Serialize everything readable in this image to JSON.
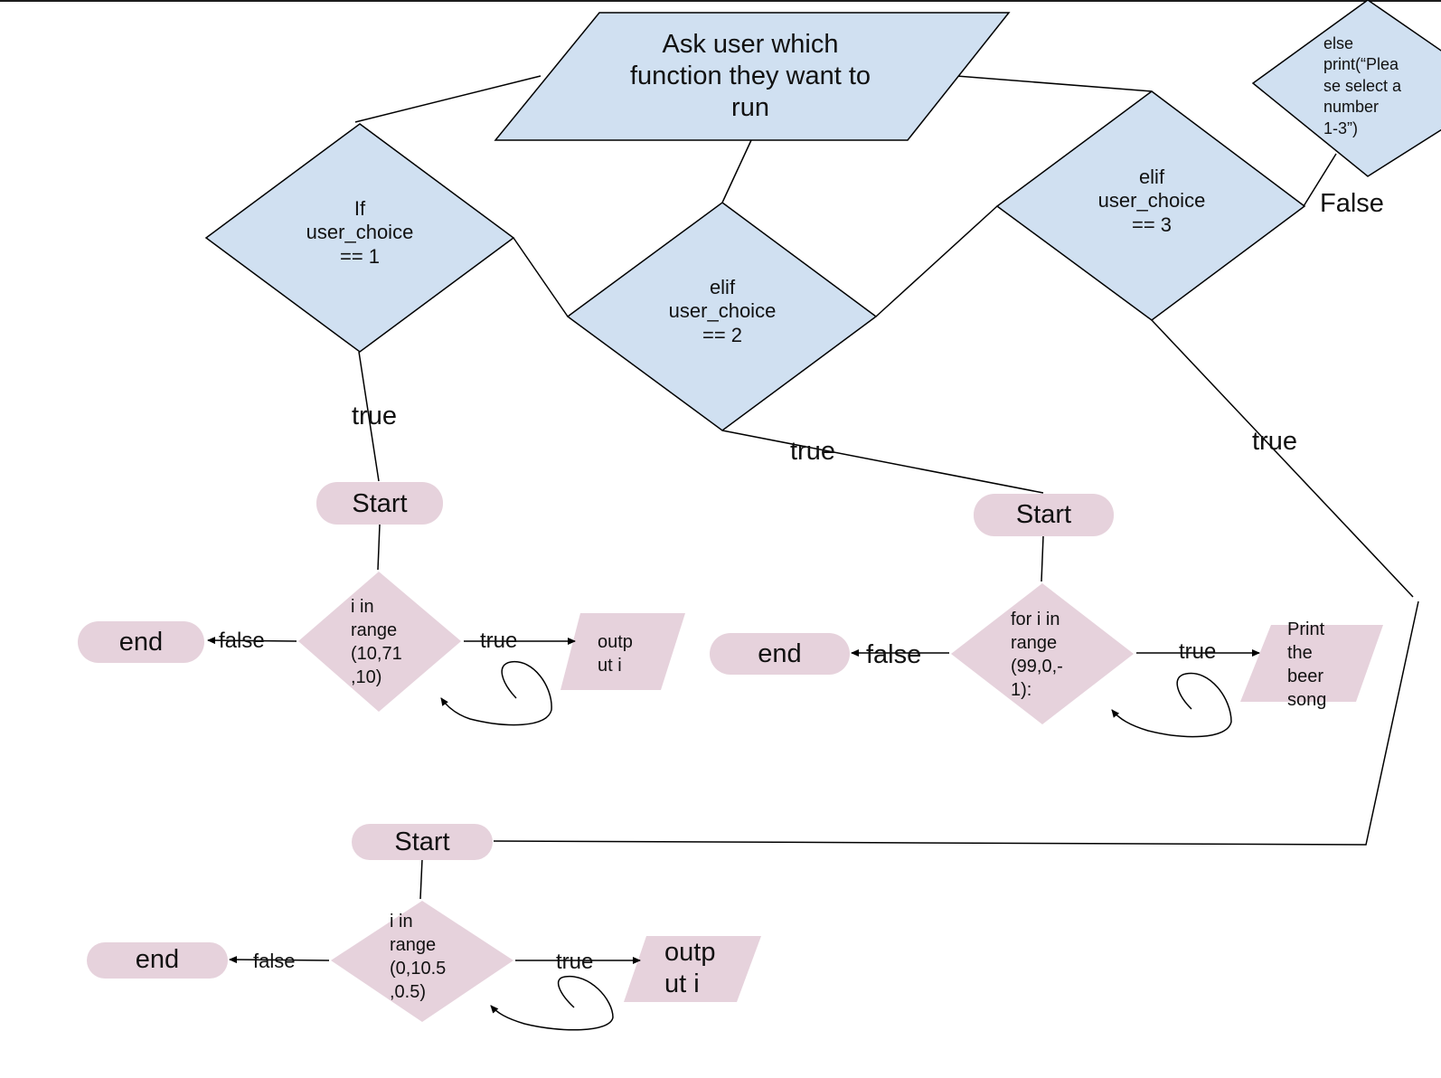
{
  "colors": {
    "decision_fill": "#d0e0f1",
    "process_fill": "#e6d2dc",
    "stroke": "#000000",
    "text": "#111111"
  },
  "nodes": {
    "ask_user": "Ask user which\nfunction they want to\nrun",
    "if_choice_1": "If\nuser_choice\n== 1",
    "elif_choice_2": "elif\nuser_choice\n== 2",
    "elif_choice_3": "elif\nuser_choice\n== 3",
    "else_print": "else\nprint(“Plea\nse select a\nnumber\n1-3”)",
    "branch1": {
      "start": "Start",
      "loop": "i in\nrange\n(10,71\n,10)",
      "end": "end",
      "output": "outp\nut i"
    },
    "branch2": {
      "start": "Start",
      "loop": "for i in\nrange\n(99,0,-\n1):",
      "end": "end",
      "output": "Print\nthe\nbeer\nsong"
    },
    "branch3": {
      "start": "Start",
      "loop": "i in\nrange\n(0,10.5\n,0.5)",
      "end": "end",
      "output": "outp\nut i"
    }
  },
  "edge_labels": {
    "else_false": "False",
    "choice1_true": "true",
    "choice2_true": "true",
    "choice3_true": "true",
    "branch1_false": "false",
    "branch1_true": "true",
    "branch2_false": "false",
    "branch2_true": "true",
    "branch3_false": "false",
    "branch3_true": "true"
  }
}
